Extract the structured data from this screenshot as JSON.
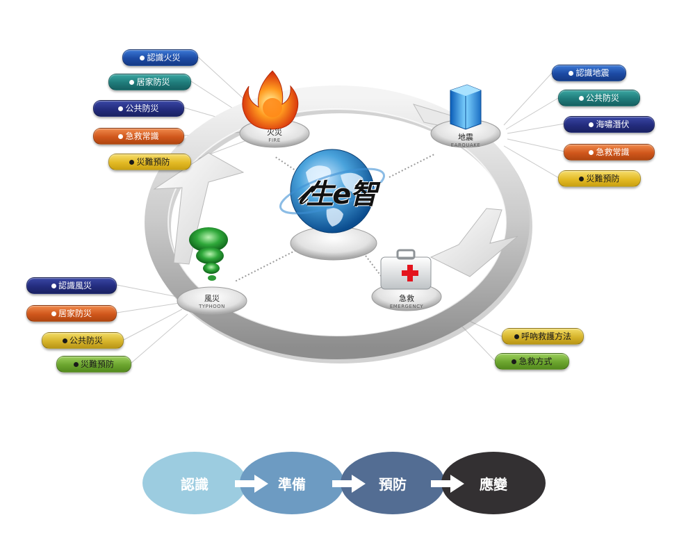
{
  "logo_text": "𝓉生e智",
  "nodes": {
    "fire": {
      "zh": "火災",
      "en": "FIRE"
    },
    "quake": {
      "zh": "地震",
      "en": "EARQUAKE"
    },
    "typhoon": {
      "zh": "風災",
      "en": "TYPHOON"
    },
    "emergency": {
      "zh": "急救",
      "en": "EMERGENCY"
    }
  },
  "fire_items": [
    "認識火災",
    "居家防災",
    "公共防災",
    "急救常識",
    "災難預防"
  ],
  "quake_items": [
    "認識地震",
    "公共防災",
    "海嘯潛伏",
    "急救常識",
    "災難預防"
  ],
  "typhoon_items": [
    "認識風災",
    "居家防災",
    "公共防災",
    "災難預防"
  ],
  "emergency_items": [
    "呼吶救護方法",
    "急救方式"
  ],
  "steps": [
    "認識",
    "準備",
    "預防",
    "應變"
  ],
  "colors": {
    "steps": [
      "#9ccce0",
      "#6d9bc2",
      "#536d93",
      "#333032"
    ]
  }
}
